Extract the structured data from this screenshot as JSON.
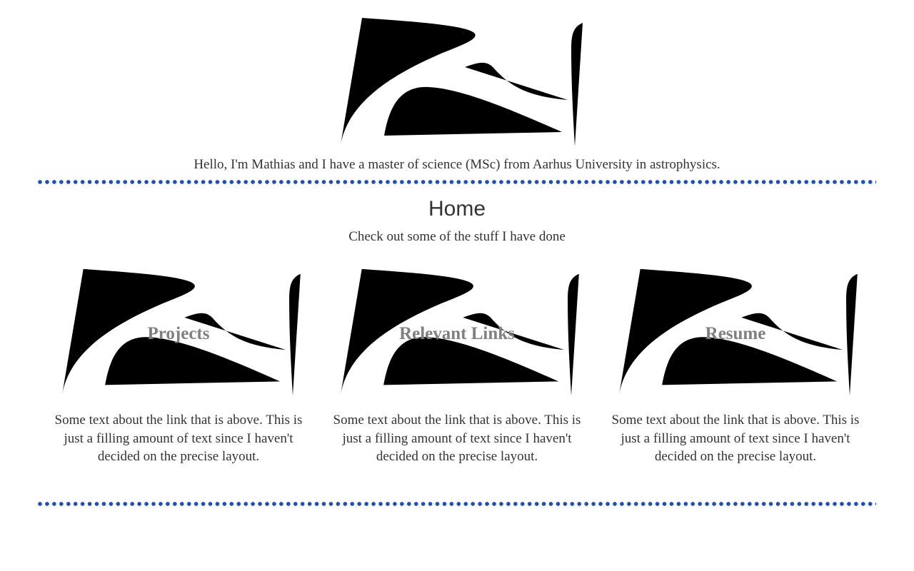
{
  "header": {
    "logo_icon": "mathias-signature-logo",
    "intro": "Hello, I'm Mathias and I have a master of science (MSc) from Aarhus University in astrophysics."
  },
  "main": {
    "title": "Home",
    "subtitle": "Check out some of the stuff I have done",
    "cards": [
      {
        "title": "Projects",
        "text": "Some text about the link that is above. This is just a filling amount of text since I haven't decided on the precise layout."
      },
      {
        "title": "Relevant Links",
        "text": "Some text about the link that is above. This is just a filling amount of text since I haven't decided on the precise layout."
      },
      {
        "title": "Resume",
        "text": "Some text about the link that is above. This is just a filling amount of text since I haven't decided on the precise layout."
      }
    ]
  },
  "colors": {
    "accent": "#03a4e8",
    "divider": "#1f4fb2",
    "text": "#333333",
    "card_title": "#808080"
  }
}
